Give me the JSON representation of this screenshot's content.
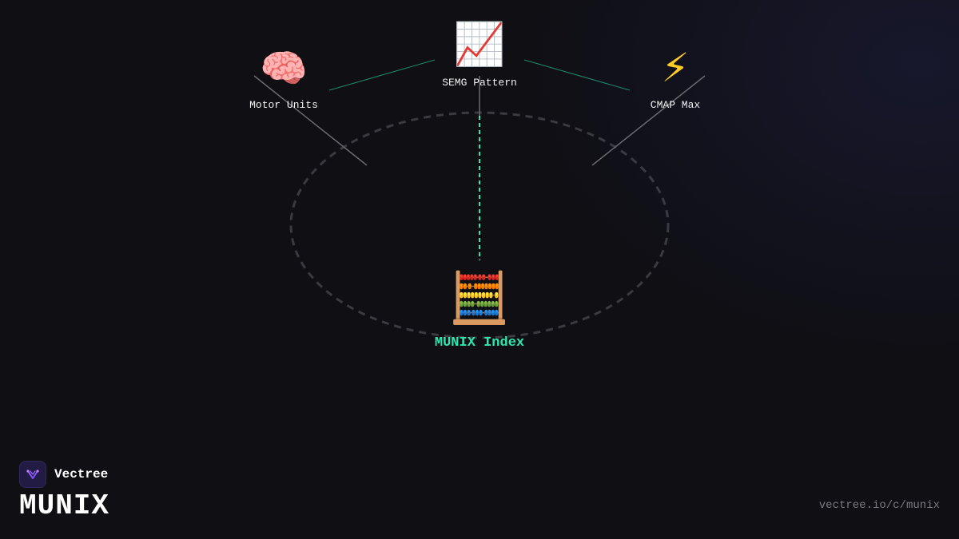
{
  "diagram": {
    "nodes": {
      "motor_units": {
        "icon": "brain-icon",
        "glyph": "🧠",
        "label": "Motor Units"
      },
      "semg_pattern": {
        "icon": "chart-increasing-icon",
        "glyph": "📈",
        "label": "SEMG Pattern"
      },
      "cmap_max": {
        "icon": "lightning-icon",
        "glyph": "⚡",
        "label": "CMAP Max"
      },
      "munix_index": {
        "icon": "abacus-icon",
        "glyph": "🧮",
        "label": "MUNIX Index"
      }
    },
    "colors": {
      "background": "#0f0f14",
      "accent": "#2ee6b0",
      "link_top": "#1f8a6a",
      "link_side": "#6a6a70",
      "orbit": "#3a3a40"
    }
  },
  "branding": {
    "company": "Vectree",
    "product": "MUNIX",
    "url": "vectree.io/c/munix",
    "logo_icon": "vectree-logo-icon"
  }
}
